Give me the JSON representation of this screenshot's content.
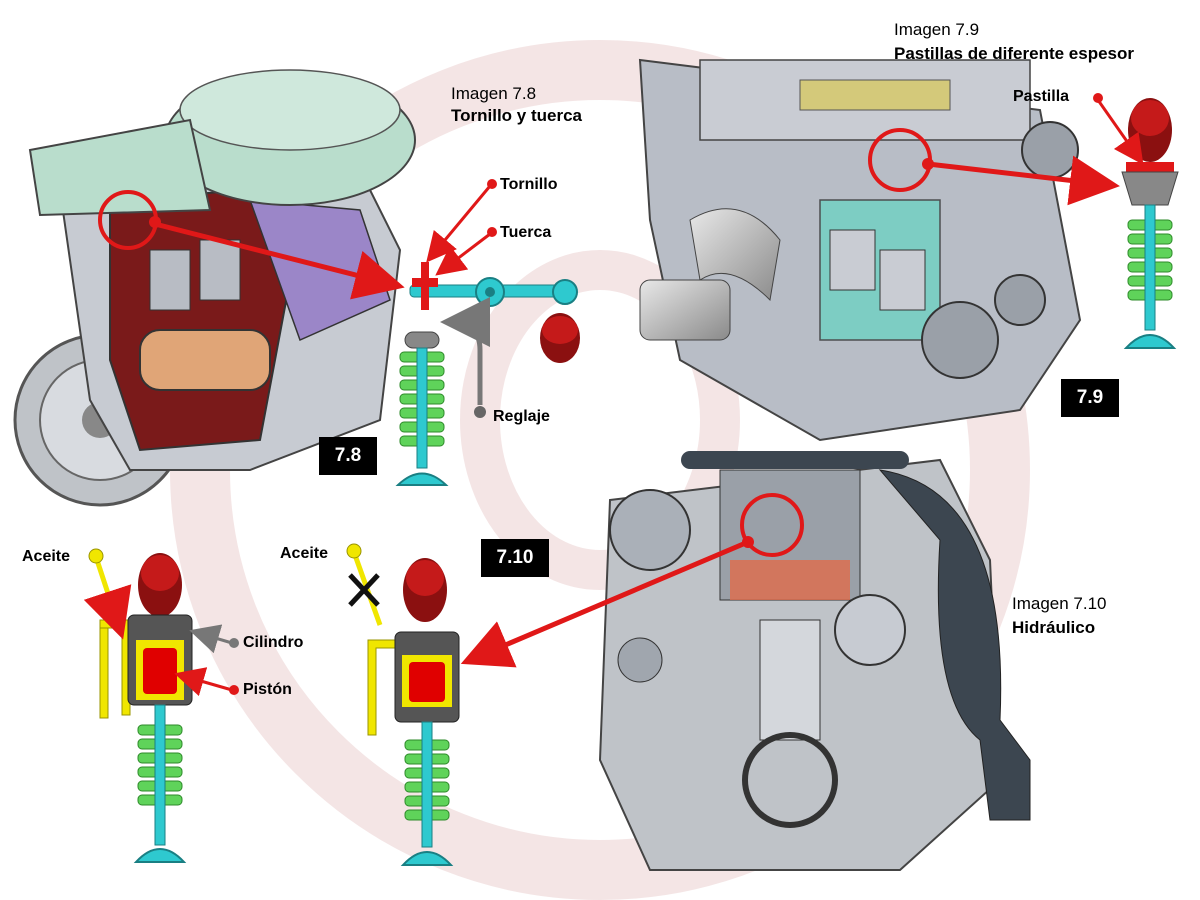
{
  "captions": {
    "img78_title": "Imagen 7.8",
    "img78_sub": "Tornillo y tuerca",
    "img79_title": "Imagen 7.9",
    "img79_sub": "Pastillas de diferente espesor",
    "img710_title": "Imagen 7.10",
    "img710_sub": "Hidráulico"
  },
  "labels": {
    "tornillo": "Tornillo",
    "tuerca": "Tuerca",
    "reglaje": "Reglaje",
    "pastilla": "Pastilla",
    "aceite_left": "Aceite",
    "aceite_right": "Aceite",
    "cilindro": "Cilindro",
    "piston": "Pistón"
  },
  "badges": {
    "b78": "7.8",
    "b79": "7.9",
    "b710": "7.10"
  },
  "colors": {
    "valve": "#2ec9cf",
    "spring": "#5fd35a",
    "cam": "#8b1010",
    "pointer": "#e01818",
    "oil": "#f0e600",
    "cylinder": "#555555",
    "piston": "#e00000",
    "watermark": "#f1dede"
  }
}
